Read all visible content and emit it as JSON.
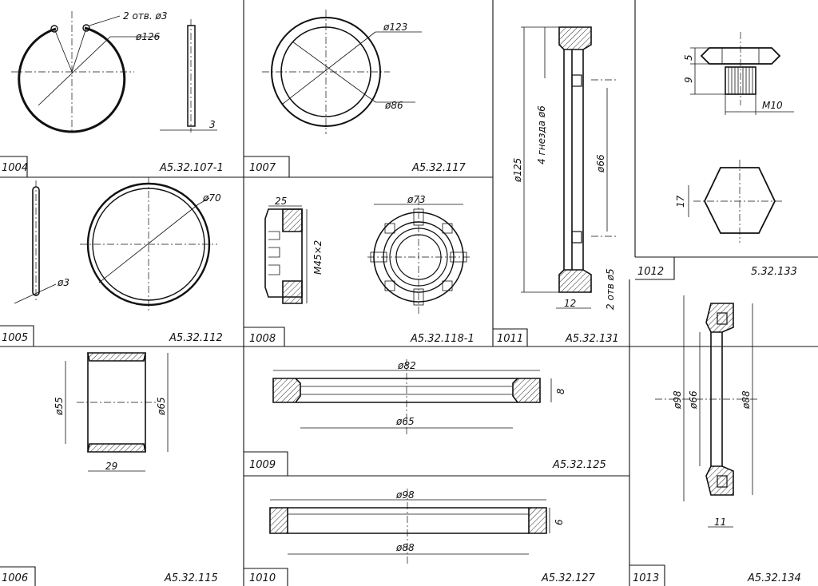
{
  "parts": [
    {
      "id": "1004",
      "code": "А5.32.107-1",
      "dims": [
        "2 отв. ø3",
        "ø126",
        "3"
      ]
    },
    {
      "id": "1005",
      "code": "А5.32.112",
      "dims": [
        "ø70",
        "ø3"
      ]
    },
    {
      "id": "1006",
      "code": "А5.32.115",
      "dims": [
        "ø55",
        "ø65",
        "29"
      ]
    },
    {
      "id": "1007",
      "code": "А5.32.117",
      "dims": [
        "ø123",
        "ø86"
      ]
    },
    {
      "id": "1008",
      "code": "А5.32.118-1",
      "dims": [
        "25",
        "М45×2",
        "ø73"
      ]
    },
    {
      "id": "1009",
      "code": "А5.32.125",
      "dims": [
        "ø82",
        "ø65",
        "8"
      ]
    },
    {
      "id": "1010",
      "code": "А5.32.127",
      "dims": [
        "ø98",
        "ø88",
        "6"
      ]
    },
    {
      "id": "1011",
      "code": "А5.32.131",
      "dims": [
        "ø125",
        "4 гнезда ø6",
        "ø66",
        "2 отв ø5",
        "12"
      ]
    },
    {
      "id": "1012",
      "code": "5.32.133",
      "dims": [
        "5",
        "9",
        "М10",
        "17"
      ]
    },
    {
      "id": "1013",
      "code": "А5.32.134",
      "dims": [
        "ø98",
        "ø66",
        "ø88",
        "11"
      ]
    }
  ]
}
